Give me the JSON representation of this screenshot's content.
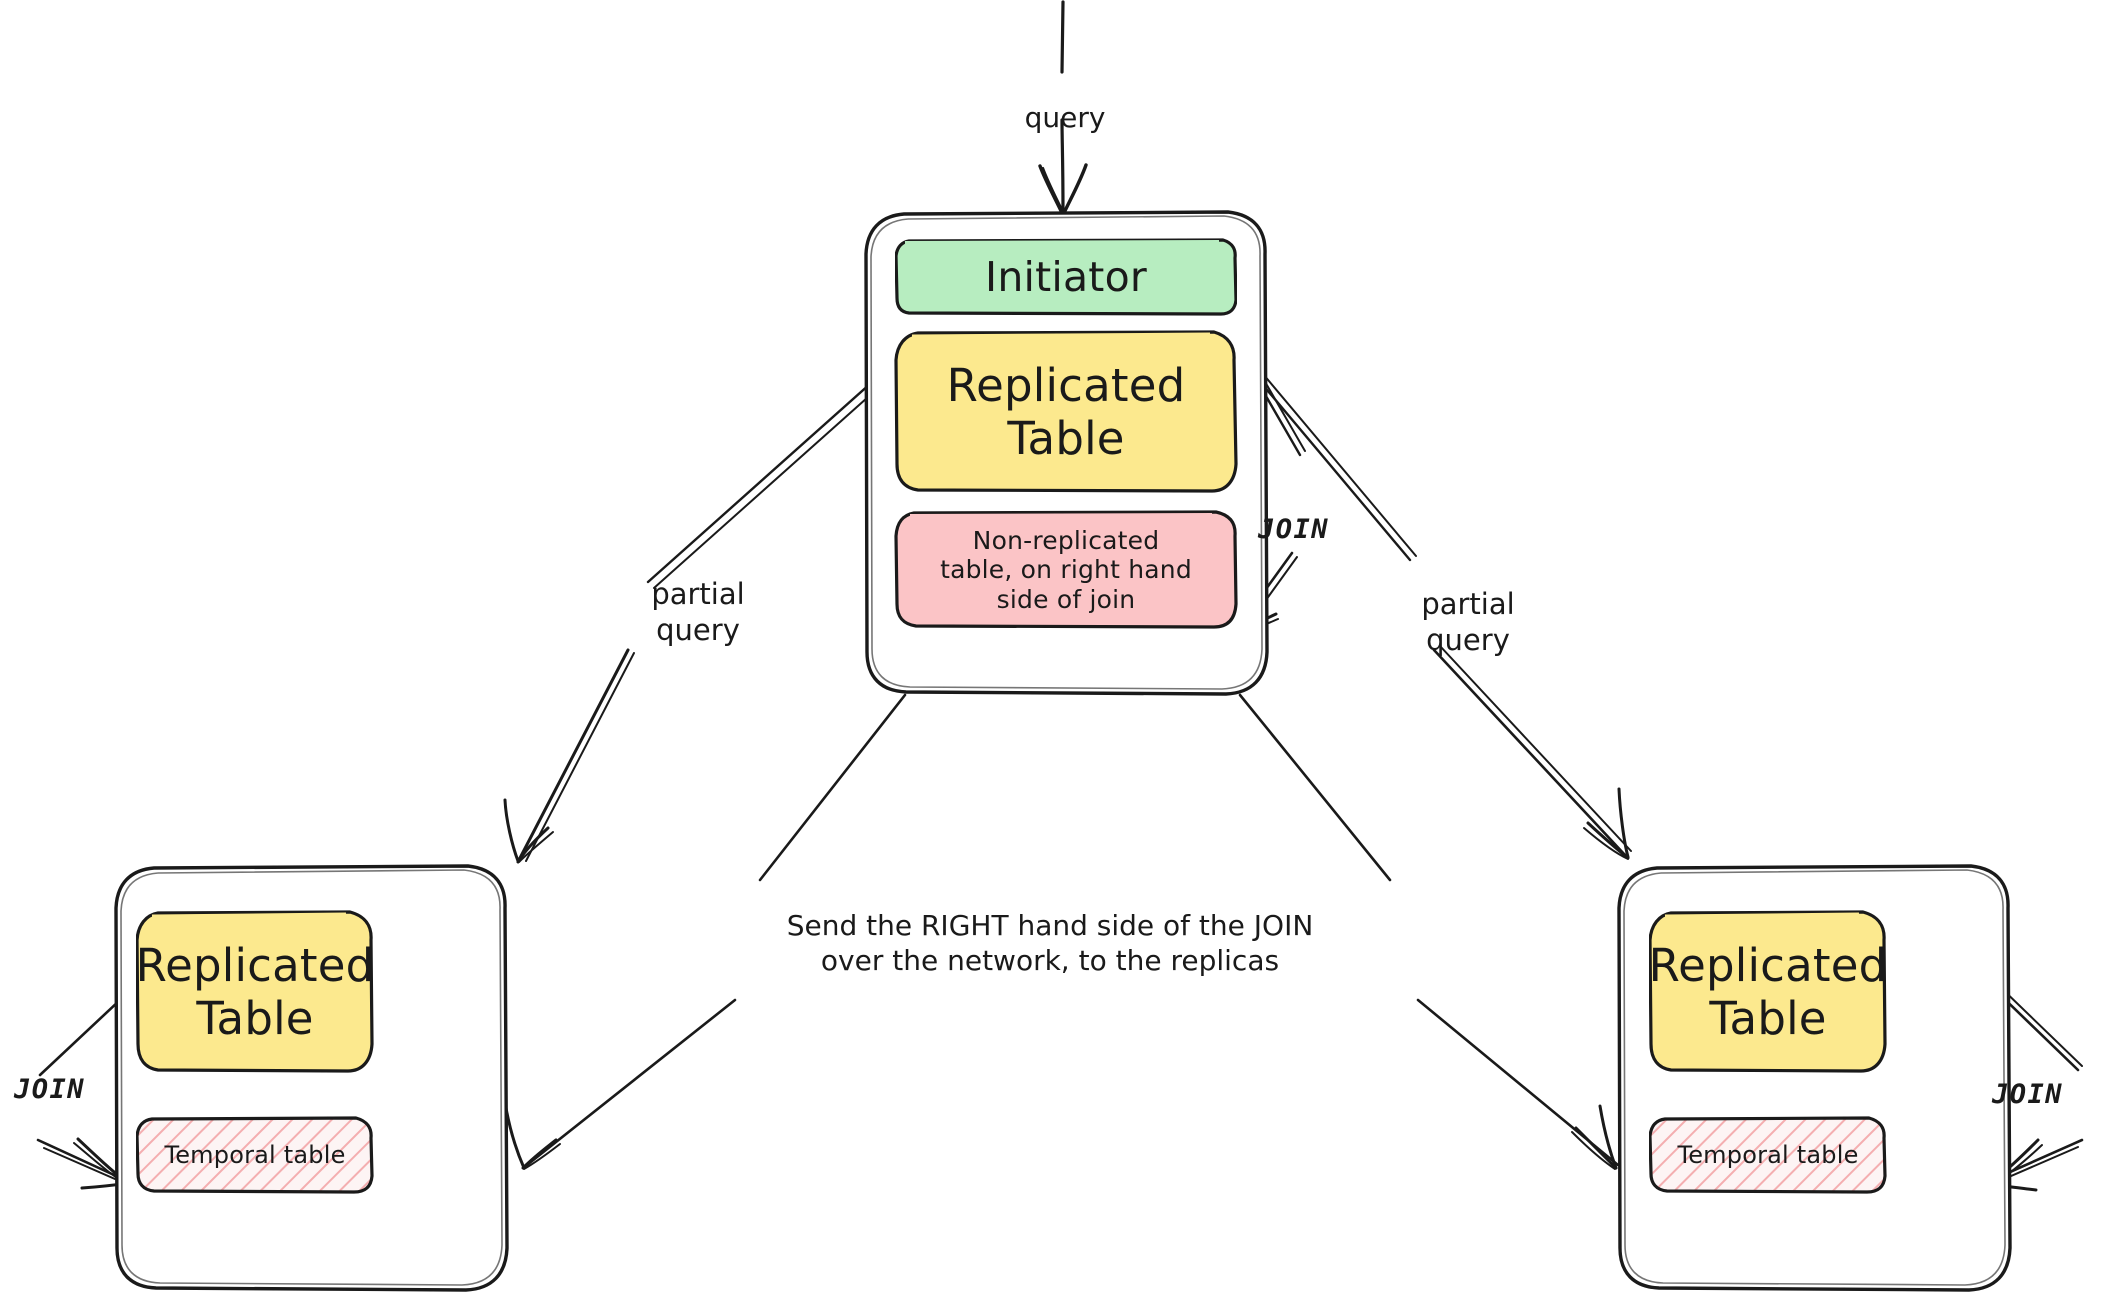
{
  "diagram": {
    "title": "Distributed JOIN query execution with replicated tables",
    "style": "hand-drawn sketch",
    "background_color": "#ffffff",
    "stroke_color": "#1a1a1a"
  },
  "colors": {
    "initiator_green": "#b7edc0",
    "replicated_yellow": "#fce98e",
    "nonreplicated_pink": "#fbc4c6",
    "temporal_hatch": "#f2a6a8",
    "temporal_fill": "#fdf3f3",
    "stroke": "#1a1a1a"
  },
  "nodes": {
    "initiator_node": {
      "name": "initiator-node",
      "boxes": [
        {
          "id": "initiator",
          "label": "Initiator",
          "fill": "#b7edc0"
        },
        {
          "id": "replicated_table_center",
          "label": "Replicated\nTable",
          "fill": "#fce98e"
        },
        {
          "id": "non_replicated_table",
          "label": "Non-replicated\ntable, on right hand\nside of join",
          "fill": "#fbc4c6"
        }
      ]
    },
    "replica_left": {
      "name": "replica-left-node",
      "boxes": [
        {
          "id": "replicated_table_left",
          "label": "Replicated\nTable",
          "fill": "#fce98e"
        },
        {
          "id": "temporal_table_left",
          "label": "Temporal table",
          "fill": "hatched-pink"
        }
      ]
    },
    "replica_right": {
      "name": "replica-right-node",
      "boxes": [
        {
          "id": "replicated_table_right",
          "label": "Replicated\nTable",
          "fill": "#fce98e"
        },
        {
          "id": "temporal_table_right",
          "label": "Temporal table",
          "fill": "hatched-pink"
        }
      ]
    }
  },
  "edge_labels": {
    "query": "query",
    "partial_query_left": "partial\nquery",
    "partial_query_right": "partial\nquery",
    "join_center": "JOIN",
    "join_left": "JOIN",
    "join_right": "JOIN",
    "send_right_side": "Send the RIGHT hand side of the JOIN\nover the network, to the replicas"
  }
}
